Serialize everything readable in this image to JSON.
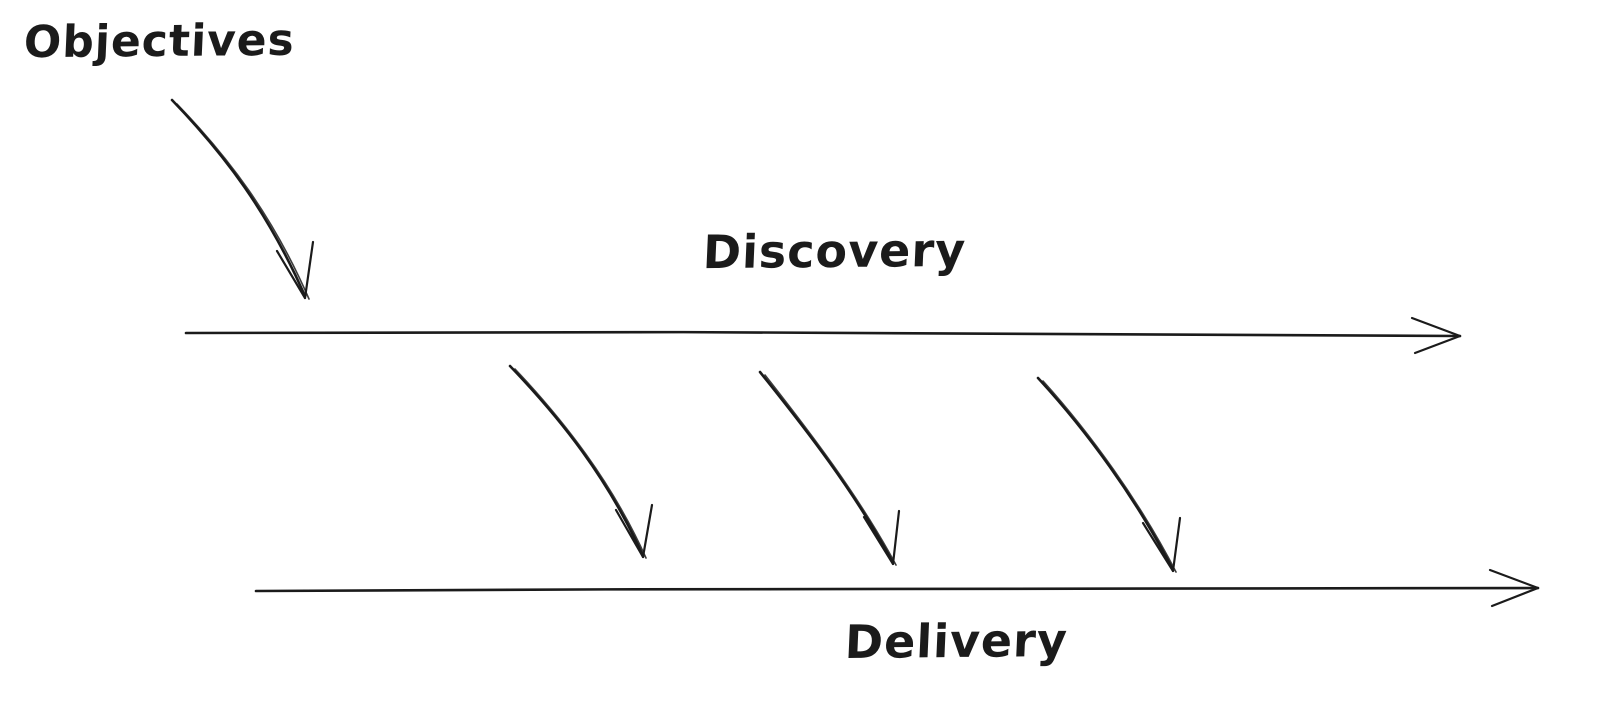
{
  "diagram": {
    "title": "Discovery and Delivery dual-track flow",
    "labels": {
      "objectives": "Objectives",
      "discovery": "Discovery",
      "delivery": "Delivery"
    },
    "colors": {
      "ink": "#1b1b1b",
      "paper": "#ffffff"
    },
    "arrows": {
      "objectives_to_discovery": "curved arrow from Objectives label down to Discovery track",
      "discovery_track": "long horizontal arrow pointing right under Discovery label",
      "handoff_count": 3,
      "handoffs": "three curved arrows from Discovery track down to Delivery track",
      "delivery_track": "long horizontal arrow pointing right above Delivery label"
    }
  }
}
